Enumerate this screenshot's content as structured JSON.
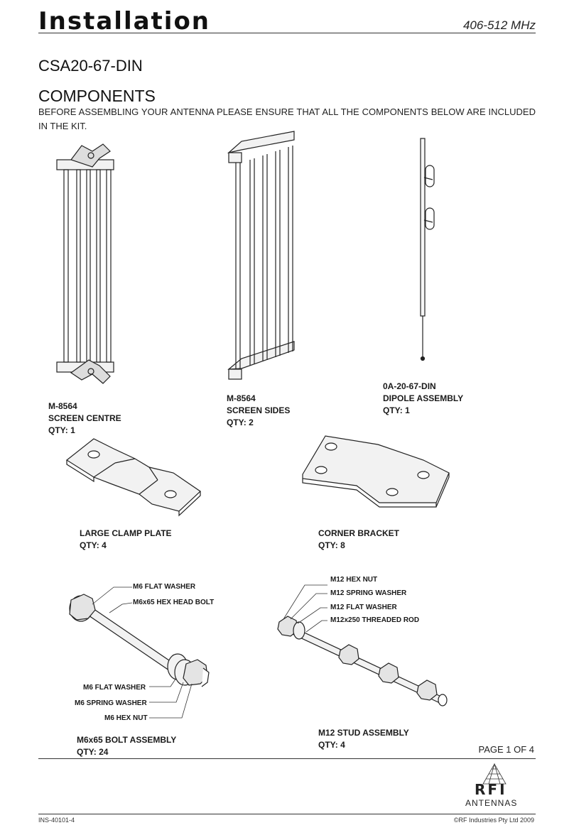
{
  "header": {
    "title": "Installation",
    "frequency": "406-512 MHz"
  },
  "model": "CSA20-67-DIN",
  "components": {
    "heading": "COMPONENTS",
    "intro": "BEFORE ASSEMBLING YOUR ANTENNA PLEASE ENSURE THAT ALL THE COMPONENTS BELOW ARE INCLUDED IN THE KIT."
  },
  "parts": [
    {
      "code": "M-8564",
      "name": "SCREEN CENTRE",
      "qty": "QTY: 1"
    },
    {
      "code": "M-8564",
      "name": "SCREEN SIDES",
      "qty": "QTY: 2"
    },
    {
      "code": "0A-20-67-DIN",
      "name": "DIPOLE ASSEMBLY",
      "qty": "QTY: 1"
    },
    {
      "name": "LARGE CLAMP PLATE",
      "qty": "QTY: 4"
    },
    {
      "name": "CORNER BRACKET",
      "qty": "QTY: 8"
    },
    {
      "name": "M6x65 BOLT ASSEMBLY",
      "qty": "QTY: 24"
    },
    {
      "name": "M12 STUD ASSEMBLY",
      "qty": "QTY: 4"
    }
  ],
  "bolt_callouts": [
    "M6 FLAT WASHER",
    "M6x65 HEX HEAD BOLT",
    "M6 FLAT WASHER",
    "M6 SPRING WASHER",
    "M6 HEX NUT"
  ],
  "stud_callouts": [
    "M12 HEX NUT",
    "M12 SPRING WASHER",
    "M12 FLAT WASHER",
    "M12x250 THREADED ROD"
  ],
  "page_number": "PAGE 1 OF 4",
  "logo": {
    "line1": "RFI",
    "line2": "ANTENNAS"
  },
  "footer": {
    "doc_number": "INS-40101-4",
    "copyright": "©RF Industries Pty Ltd 2009"
  }
}
